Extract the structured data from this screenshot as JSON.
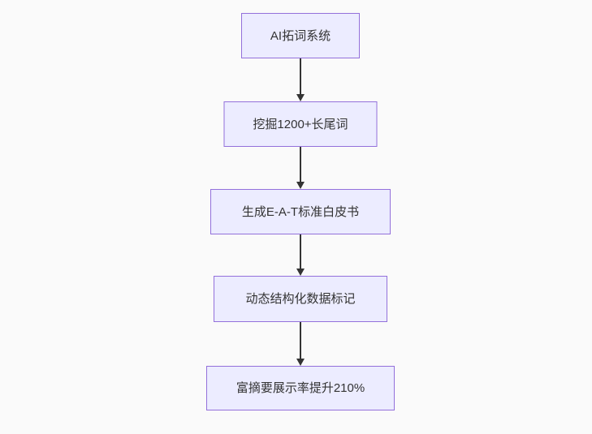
{
  "diagram": {
    "type": "flowchart",
    "direction": "top-down",
    "nodes": [
      {
        "id": "step-1",
        "label": "AI拓词系统"
      },
      {
        "id": "step-2",
        "label": "挖掘1200+长尾词"
      },
      {
        "id": "step-3",
        "label": "生成E-A-T标准白皮书"
      },
      {
        "id": "step-4",
        "label": "动态结构化数据标记"
      },
      {
        "id": "step-5",
        "label": "富摘要展示率提升210%"
      }
    ],
    "edges": [
      {
        "from": "step-1",
        "to": "step-2"
      },
      {
        "from": "step-2",
        "to": "step-3"
      },
      {
        "from": "step-3",
        "to": "step-4"
      },
      {
        "from": "step-4",
        "to": "step-5"
      }
    ],
    "colors": {
      "node_fill": "#ECECFF",
      "node_border": "#9370DB",
      "text": "#333333",
      "arrow": "#333333",
      "background": "#FAFAFA"
    }
  }
}
